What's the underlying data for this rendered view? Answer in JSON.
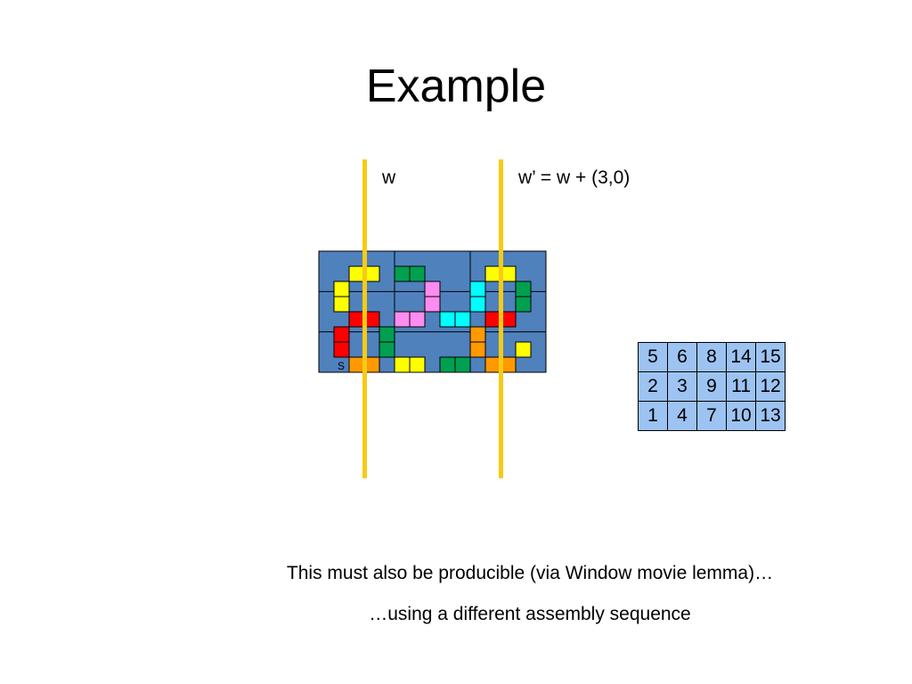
{
  "slide": {
    "title": "Example",
    "label_w": "w",
    "label_w_prime": "w’ = w + (3,0)",
    "seed_label": "S",
    "caption_line1": "This must also be producible (via Window movie lemma)…",
    "caption_line2": "…using a different assembly sequence"
  },
  "colors": {
    "board": "#4f81bd",
    "window_line": "#f7cb16",
    "yellow": "#ffff00",
    "green": "#00a050",
    "red": "#ff0000",
    "pink": "#ff8cf0",
    "cyan": "#00ffff",
    "orange": "#ff9900",
    "table_cell": "#9dc3f2"
  },
  "assembly_grid": {
    "columns": 15,
    "rows": 8,
    "tiles": [
      {
        "col": 2,
        "row": 1,
        "color": "yellow"
      },
      {
        "col": 3,
        "row": 1,
        "color": "yellow"
      },
      {
        "col": 5,
        "row": 1,
        "color": "green"
      },
      {
        "col": 6,
        "row": 1,
        "color": "green"
      },
      {
        "col": 11,
        "row": 1,
        "color": "yellow"
      },
      {
        "col": 12,
        "row": 1,
        "color": "yellow"
      },
      {
        "col": 1,
        "row": 2,
        "color": "yellow"
      },
      {
        "col": 7,
        "row": 2,
        "color": "pink"
      },
      {
        "col": 10,
        "row": 2,
        "color": "cyan"
      },
      {
        "col": 13,
        "row": 2,
        "color": "green"
      },
      {
        "col": 1,
        "row": 3,
        "color": "yellow"
      },
      {
        "col": 7,
        "row": 3,
        "color": "pink"
      },
      {
        "col": 10,
        "row": 3,
        "color": "cyan"
      },
      {
        "col": 13,
        "row": 3,
        "color": "green"
      },
      {
        "col": 2,
        "row": 4,
        "color": "red"
      },
      {
        "col": 3,
        "row": 4,
        "color": "red"
      },
      {
        "col": 5,
        "row": 4,
        "color": "pink"
      },
      {
        "col": 6,
        "row": 4,
        "color": "pink"
      },
      {
        "col": 8,
        "row": 4,
        "color": "cyan"
      },
      {
        "col": 9,
        "row": 4,
        "color": "cyan"
      },
      {
        "col": 11,
        "row": 4,
        "color": "red"
      },
      {
        "col": 12,
        "row": 4,
        "color": "red"
      },
      {
        "col": 1,
        "row": 5,
        "color": "red"
      },
      {
        "col": 4,
        "row": 5,
        "color": "green"
      },
      {
        "col": 10,
        "row": 5,
        "color": "orange"
      },
      {
        "col": 1,
        "row": 6,
        "color": "red"
      },
      {
        "col": 4,
        "row": 6,
        "color": "green"
      },
      {
        "col": 10,
        "row": 6,
        "color": "orange"
      },
      {
        "col": 13,
        "row": 6,
        "color": "yellow"
      },
      {
        "col": 2,
        "row": 7,
        "color": "orange"
      },
      {
        "col": 3,
        "row": 7,
        "color": "orange"
      },
      {
        "col": 5,
        "row": 7,
        "color": "yellow"
      },
      {
        "col": 6,
        "row": 7,
        "color": "yellow"
      },
      {
        "col": 8,
        "row": 7,
        "color": "green"
      },
      {
        "col": 9,
        "row": 7,
        "color": "green"
      },
      {
        "col": 11,
        "row": 7,
        "color": "orange"
      },
      {
        "col": 12,
        "row": 7,
        "color": "orange"
      }
    ]
  },
  "order_table": [
    [
      "5",
      "6",
      "8",
      "14",
      "15"
    ],
    [
      "2",
      "3",
      "9",
      "11",
      "12"
    ],
    [
      "1",
      "4",
      "7",
      "10",
      "13"
    ]
  ]
}
